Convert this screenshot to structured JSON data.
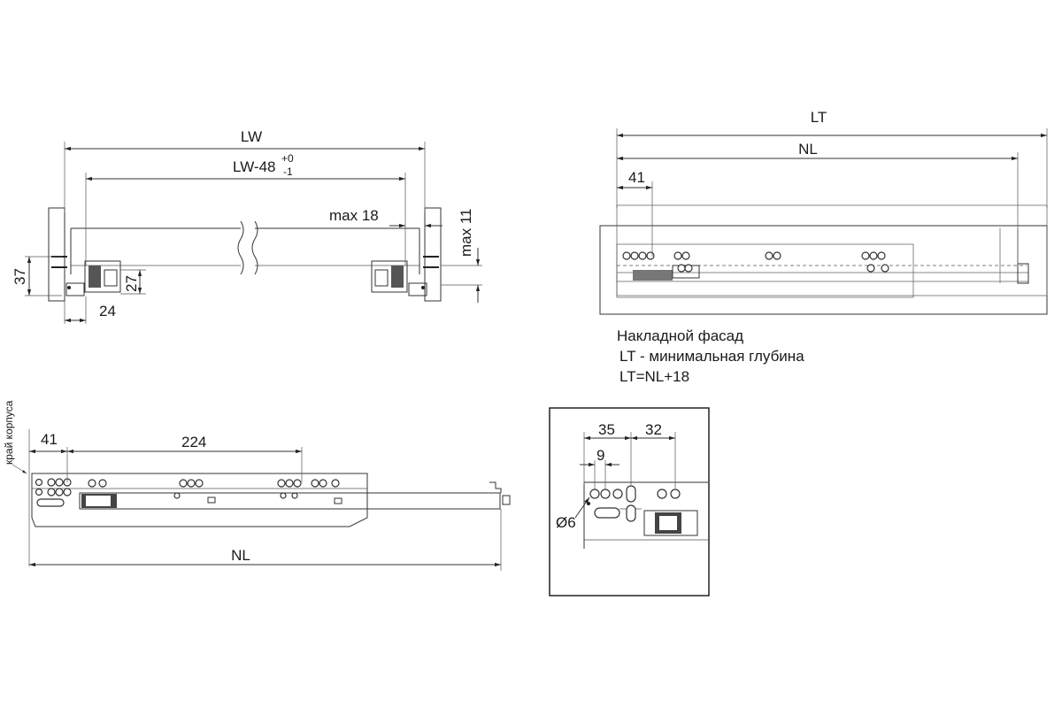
{
  "front_view": {
    "dim_lw": "LW",
    "dim_lw48_base": "LW-48",
    "dim_lw48_sup": "+0",
    "dim_lw48_sub": "-1",
    "dim_max18": "max 18",
    "dim_max11": "max 11",
    "dim_37": "37",
    "dim_27": "27",
    "dim_24": "24"
  },
  "top_view": {
    "dim_lt": "LT",
    "dim_nl": "NL",
    "dim_41": "41"
  },
  "notes": {
    "line1": "Накладной фасад",
    "line2": "LT - минимальная глубина",
    "line3": "LT=NL+18"
  },
  "side_view": {
    "edge_label": "край корпуса",
    "dim_41": "41",
    "dim_224": "224",
    "dim_nl": "NL"
  },
  "detail_view": {
    "dim_35": "35",
    "dim_32": "32",
    "dim_9": "9",
    "dim_d6": "Ø6"
  }
}
